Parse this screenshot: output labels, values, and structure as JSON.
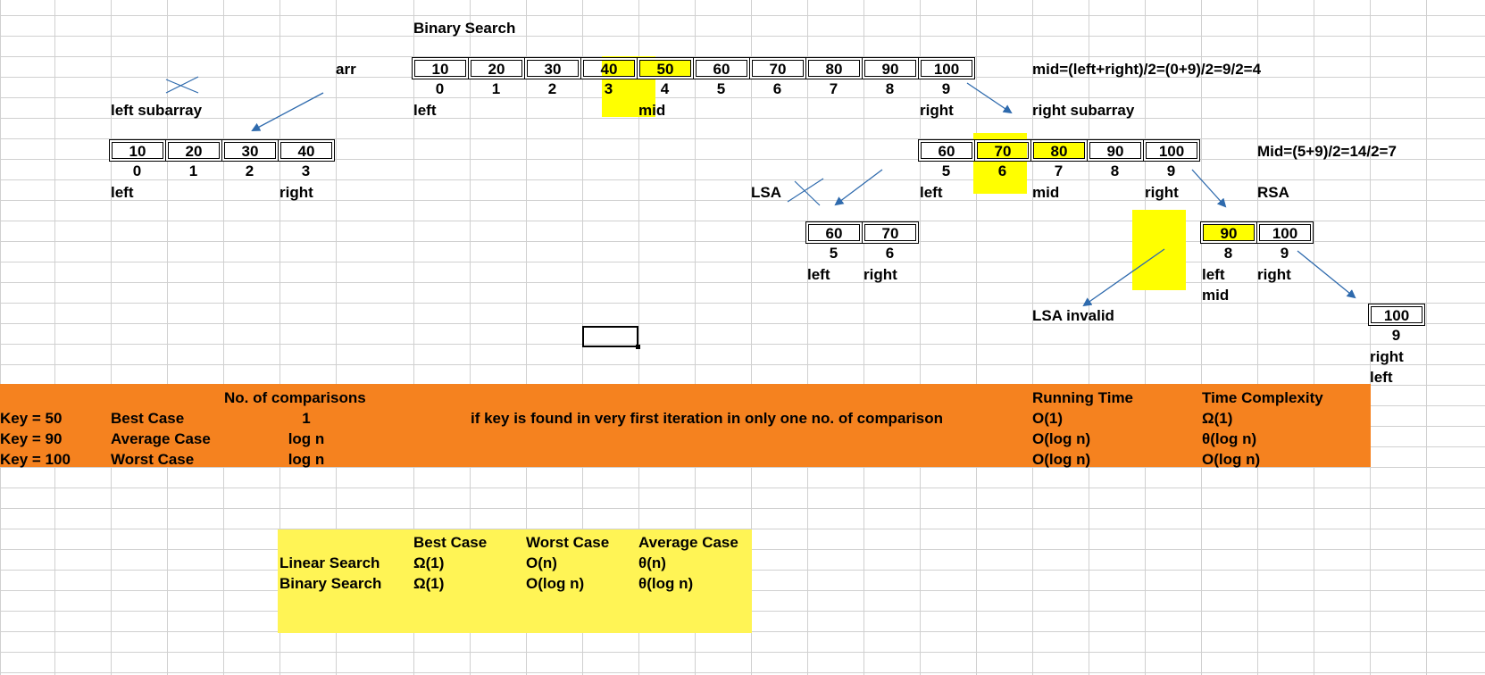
{
  "title": "Binary Search",
  "arr_label": "arr",
  "main_array": {
    "values": [
      "10",
      "20",
      "30",
      "40",
      "50",
      "60",
      "70",
      "80",
      "90",
      "100"
    ],
    "indices": [
      "0",
      "1",
      "2",
      "3",
      "4",
      "5",
      "6",
      "7",
      "8",
      "9"
    ],
    "mid_index": 4,
    "left_label": "left",
    "mid_label": "mid",
    "right_label": "right",
    "formula": "mid=(left+right)/2=(0+9)/2=9/2=4"
  },
  "left_subarray": {
    "label": "left subarray",
    "values": [
      "10",
      "20",
      "30",
      "40"
    ],
    "indices": [
      "0",
      "1",
      "2",
      "3"
    ],
    "left_label": "left",
    "right_label": "right"
  },
  "right_subarray": {
    "label": "right subarray",
    "values": [
      "60",
      "70",
      "80",
      "90",
      "100"
    ],
    "indices": [
      "5",
      "6",
      "7",
      "8",
      "9"
    ],
    "left_label": "left",
    "mid_label": "mid",
    "right_label": "right",
    "formula": "Mid=(5+9)/2=14/2=7",
    "lsa_label": "LSA",
    "rsa_label": "RSA"
  },
  "lsa_array": {
    "values": [
      "60",
      "70"
    ],
    "indices": [
      "5",
      "6"
    ],
    "left_label": "left",
    "right_label": "right"
  },
  "rsa_array": {
    "values": [
      "90",
      "100"
    ],
    "indices": [
      "8",
      "9"
    ],
    "left_label": "left",
    "mid_label": "mid",
    "right_label": "right",
    "lsa_invalid": "LSA invalid"
  },
  "final_array": {
    "value": "100",
    "index": "9",
    "right_label": "right",
    "left_label": "left"
  },
  "comparisons": {
    "header": "No. of comparisons",
    "running_time_header": "Running Time",
    "time_complexity_header": "Time Complexity",
    "note": "if key is found in very first iteration in only one no. of comparison",
    "rows": [
      {
        "key": "Key = 50",
        "case": "Best Case",
        "count": "1",
        "running": "O(1)",
        "complexity": "Ω(1)"
      },
      {
        "key": "Key = 90",
        "case": "Average Case",
        "count": "log n",
        "running": "O(log n)",
        "complexity": "θ(log n)"
      },
      {
        "key": "Key = 100",
        "case": "Worst Case",
        "count": "log n",
        "running": "O(log n)",
        "complexity": "O(log n)"
      }
    ]
  },
  "summary": {
    "headers": [
      "Best Case",
      "Worst Case",
      "Average Case"
    ],
    "rows": [
      {
        "name": "Linear Search",
        "best": "Ω(1)",
        "worst": "O(n)",
        "average": "θ(n)"
      },
      {
        "name": "Binary Search",
        "best": "Ω(1)",
        "worst": "O(log n)",
        "average": "θ(log n)"
      }
    ]
  },
  "colors": {
    "orange": "#f5821f",
    "highlight": "#ffff00",
    "summary_fill": "#fff455",
    "arrow": "#2e6aad",
    "gridline": "#d0d0d0"
  }
}
